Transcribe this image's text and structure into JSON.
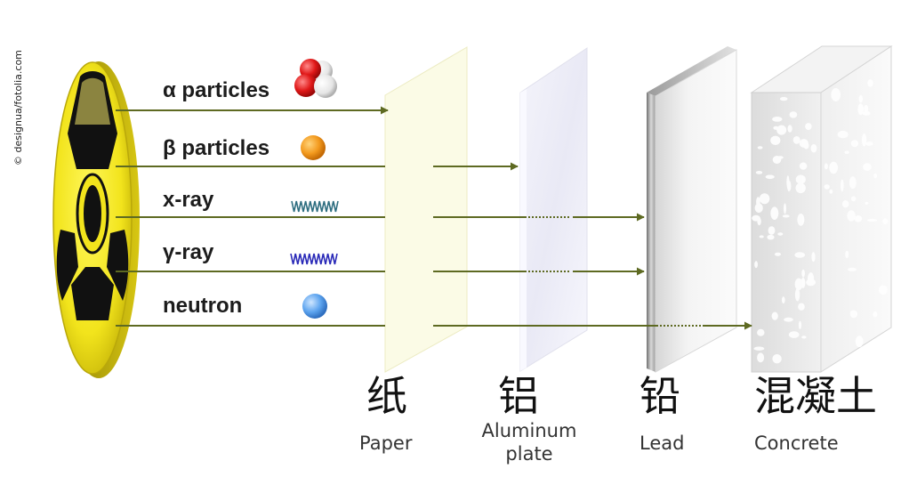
{
  "credit": "© designua/fotolia.com",
  "radiations": [
    {
      "label": "α particles"
    },
    {
      "label": "β particles"
    },
    {
      "label": "x-ray"
    },
    {
      "label": "γ-ray"
    },
    {
      "label": "neutron"
    }
  ],
  "barriers": [
    {
      "name_cn": "纸",
      "name_en": "Paper"
    },
    {
      "name_cn": "铝",
      "name_en": "Aluminum\nplate"
    },
    {
      "name_cn": "铅",
      "name_en": "Lead"
    },
    {
      "name_cn": "混凝土",
      "name_en": "Concrete"
    }
  ],
  "colors": {
    "arrow": "#5e6a22",
    "symbol_yellow": "#f2e41c",
    "alpha_red": "#e01818",
    "beta_orange": "#f39a1e",
    "xray_wave": "#2e6e80",
    "gamma_wave": "#2a2ab8",
    "neutron_blue": "#5da4ef"
  }
}
